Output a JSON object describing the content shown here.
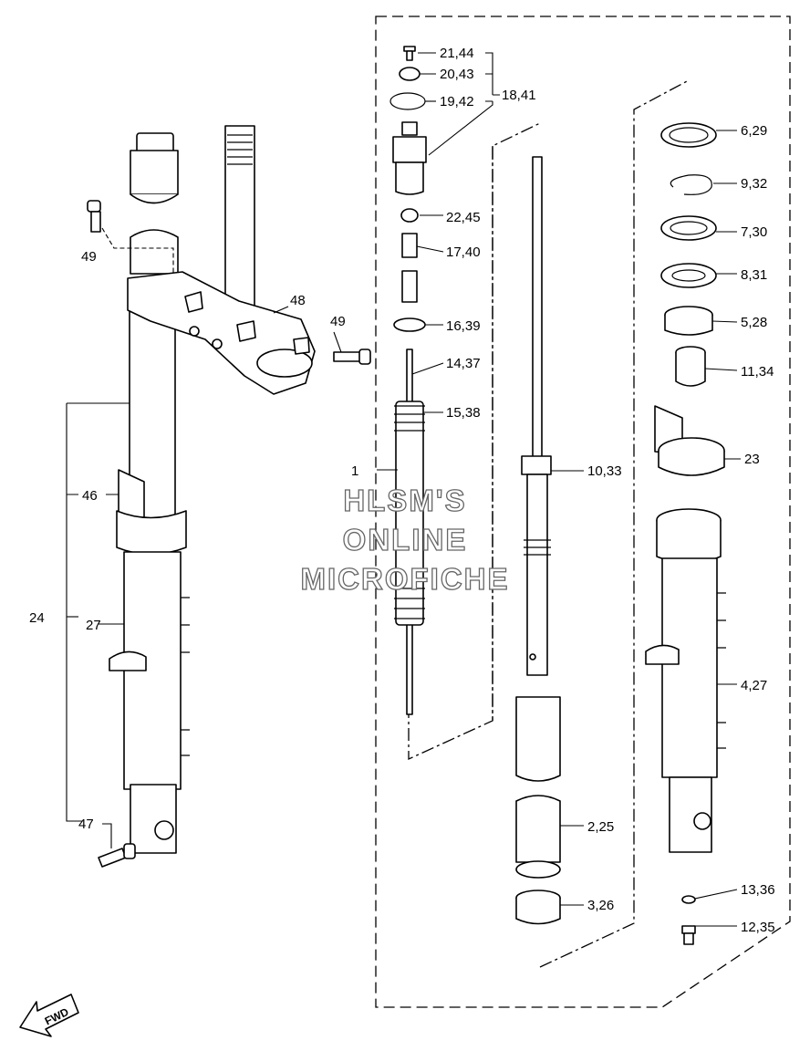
{
  "diagram": {
    "callouts": {
      "c_21_44": "21,44",
      "c_20_43": "20,43",
      "c_19_42": "19,42",
      "c_18_41": "18,41",
      "c_22_45": "22,45",
      "c_17_40": "17,40",
      "c_16_39": "16,39",
      "c_14_37": "14,37",
      "c_15_38": "15,38",
      "c_1": "1",
      "c_10_33": "10,33",
      "c_6_29": "6,29",
      "c_9_32": "9,32",
      "c_7_30": "7,30",
      "c_8_31": "8,31",
      "c_5_28": "5,28",
      "c_11_34": "11,34",
      "c_23": "23",
      "c_4_27": "4,27",
      "c_2_25": "2,25",
      "c_3_26": "3,26",
      "c_13_36": "13,36",
      "c_12_35": "12,35",
      "c_49_top": "49",
      "c_48": "48",
      "c_49_bolt": "49",
      "c_46": "46",
      "c_24": "24",
      "c_27": "27",
      "c_47": "47"
    },
    "watermark": {
      "line1": "HLSM'S",
      "line2": "ONLINE",
      "line3": "MICROFICHE"
    },
    "fwd_badge": "FWD"
  }
}
